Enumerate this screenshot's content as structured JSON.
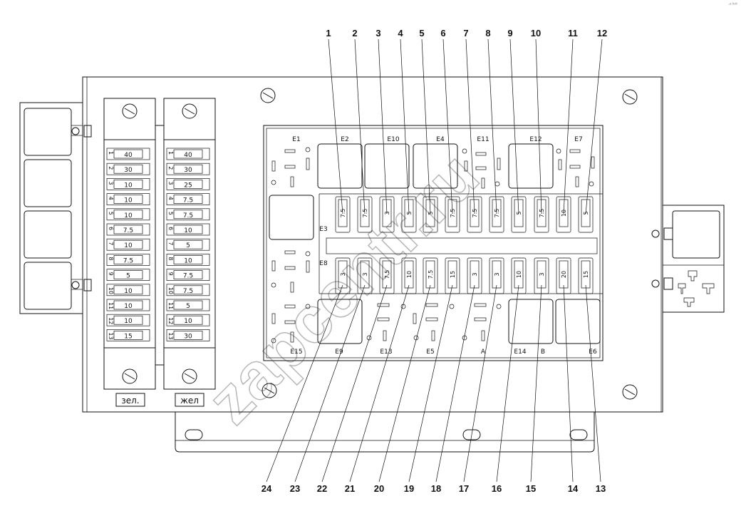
{
  "callouts_top": [
    "1",
    "2",
    "3",
    "4",
    "5",
    "6",
    "7",
    "8",
    "9",
    "10",
    "11",
    "12"
  ],
  "callouts_bottom": [
    "24",
    "23",
    "22",
    "21",
    "20",
    "19",
    "18",
    "17",
    "16",
    "15",
    "14",
    "13"
  ],
  "left_strip": {
    "plate": "зел.",
    "numbers": [
      "1",
      "2",
      "3",
      "4",
      "5",
      "6",
      "7",
      "8",
      "9",
      "10",
      "11",
      "12",
      "13"
    ],
    "ratings": [
      "40",
      "30",
      "10",
      "10",
      "10",
      "7.5",
      "10",
      "7.5",
      "5",
      "10",
      "10",
      "10",
      "15"
    ]
  },
  "right_strip": {
    "plate": "жел",
    "numbers": [
      "1",
      "2",
      "3",
      "4",
      "5",
      "6",
      "7",
      "8",
      "9",
      "10",
      "11",
      "12",
      "13"
    ],
    "ratings": [
      "40",
      "30",
      "25",
      "7.5",
      "7.5",
      "10",
      "5",
      "10",
      "7.5",
      "7.5",
      "5",
      "10",
      "30"
    ]
  },
  "top_labels": [
    "E1",
    "E2",
    "E10",
    "E4",
    "E11",
    "E12",
    "E7"
  ],
  "side_labels": [
    "E3",
    "E8"
  ],
  "bottom_labels": [
    "E15",
    "E9",
    "E13",
    "E5",
    "A",
    "E14",
    "B",
    "E6"
  ],
  "fuses_top_row": [
    "7.5",
    "7.5",
    "3",
    "5",
    "5",
    "7.5",
    "7.5",
    "7.5",
    "5",
    "7.5",
    "10",
    "5"
  ],
  "fuses_bottom_row": [
    "3",
    "3",
    "7.5",
    "10",
    "7.5",
    "15",
    "3",
    "3",
    "10",
    "3",
    "20",
    "15"
  ],
  "watermark": "zapcentr.ru",
  "corner_mark": "◦ᵃ ᵇᵒᵇ"
}
